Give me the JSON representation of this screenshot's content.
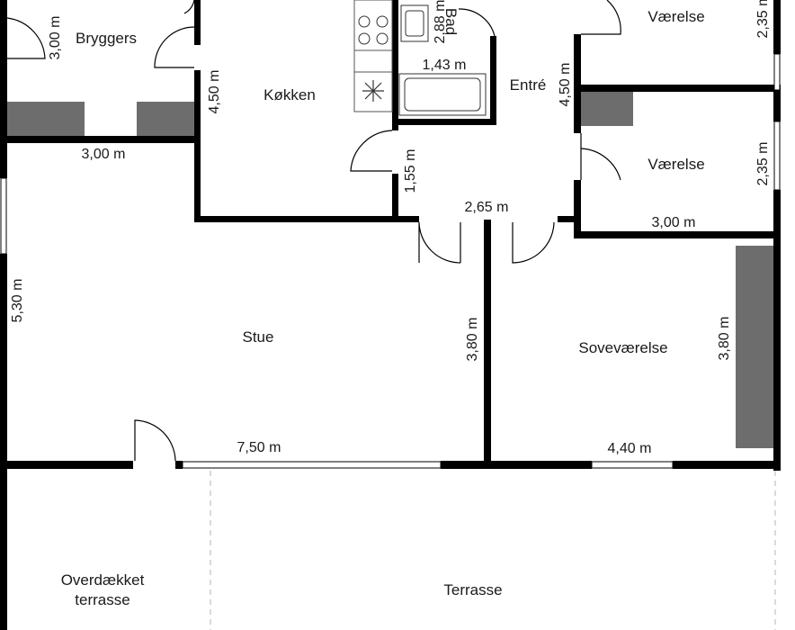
{
  "rooms": {
    "bryggers": "Bryggers",
    "kokken": "Køkken",
    "bad": "Bad",
    "entre": "Entré",
    "vaerelse_1": "Værelse",
    "vaerelse_2": "Værelse",
    "stue": "Stue",
    "sovevaerelse": "Soveværelse",
    "overdaekket_line1": "Overdækket",
    "overdaekket_line2": "terrasse",
    "terrasse": "Terrasse"
  },
  "dimensions": {
    "bryggers_height": "3,00 m",
    "bryggers_width": "3,00 m",
    "kokken_height": "4,50 m",
    "bad_height": "2,88 m",
    "bad_width": "1,43 m",
    "entre_height": "4,50 m",
    "entre_lower_height": "1,55 m",
    "entre_width": "2,65 m",
    "vaerelse_1_height": "2,35 m",
    "vaerelse_2_height": "2,35 m",
    "vaerelse_2_width": "3,00 m",
    "stue_height": "5,30 m",
    "stue_mid_height": "3,80 m",
    "stue_width": "7,50 m",
    "sove_height": "3,80 m",
    "sove_width": "4,40 m"
  },
  "colors": {
    "wall": "#000000",
    "fixture": "#6d6d6d",
    "background": "#ffffff",
    "dashed_line": "#b5b5b5"
  }
}
